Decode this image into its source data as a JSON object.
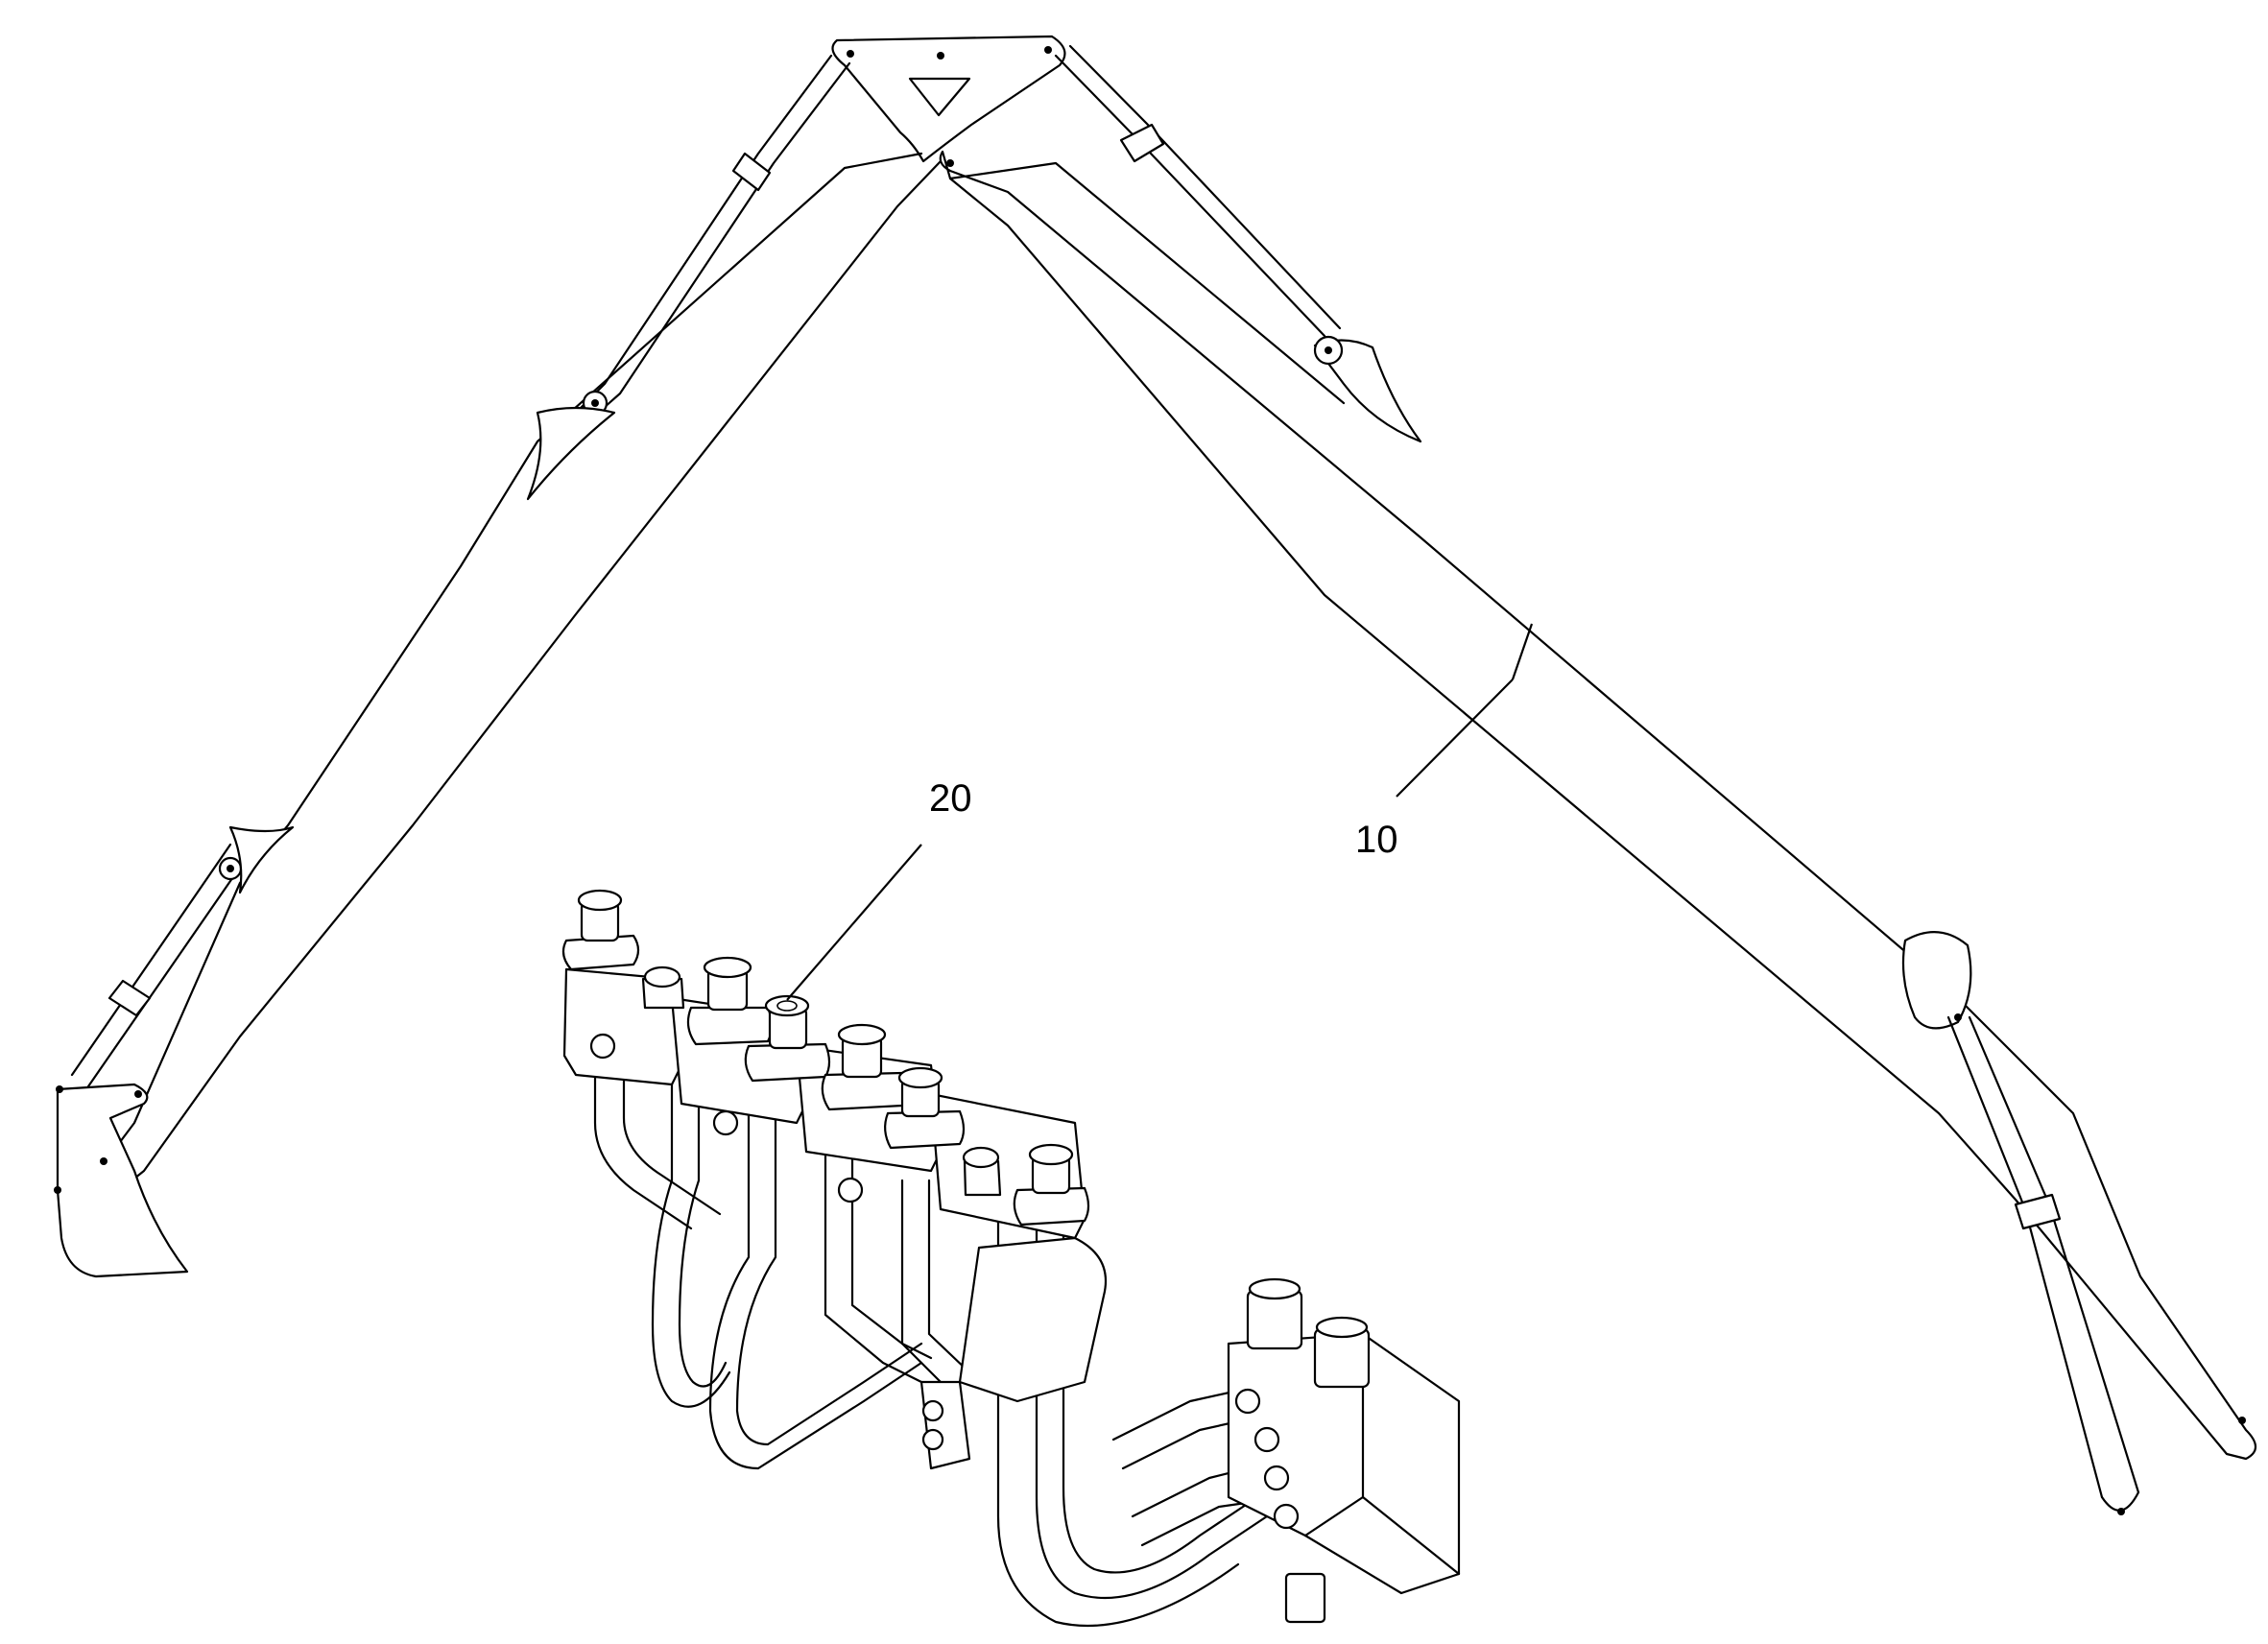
{
  "callouts": [
    {
      "id": "10",
      "label": "10",
      "part": "boom"
    },
    {
      "id": "20",
      "label": "20",
      "part": "valve-block"
    }
  ],
  "colors": {
    "line": "#000000",
    "background": "#ffffff"
  }
}
